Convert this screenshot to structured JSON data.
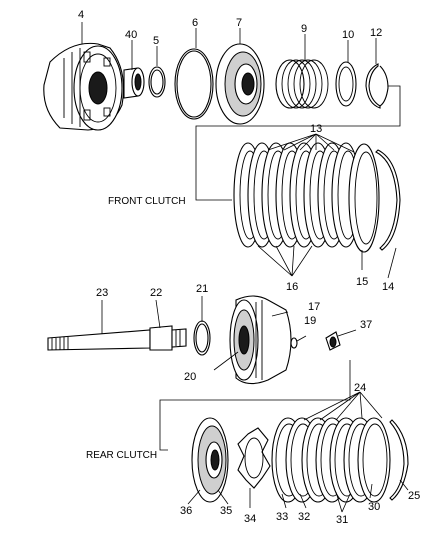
{
  "sections": {
    "front_clutch": "FRONT CLUTCH",
    "rear_clutch": "REAR CLUTCH"
  },
  "callouts": {
    "n4": "4",
    "n40": "40",
    "n5": "5",
    "n6": "6",
    "n7": "7",
    "n9": "9",
    "n10": "10",
    "n12": "12",
    "n13": "13",
    "n14": "14",
    "n15": "15",
    "n16": "16",
    "n17": "17",
    "n19": "19",
    "n20": "20",
    "n21": "21",
    "n22": "22",
    "n23": "23",
    "n24": "24",
    "n25": "25",
    "n30": "30",
    "n31": "31",
    "n32": "32",
    "n33": "33",
    "n34": "34",
    "n35": "35",
    "n36": "36",
    "n37": "37"
  }
}
